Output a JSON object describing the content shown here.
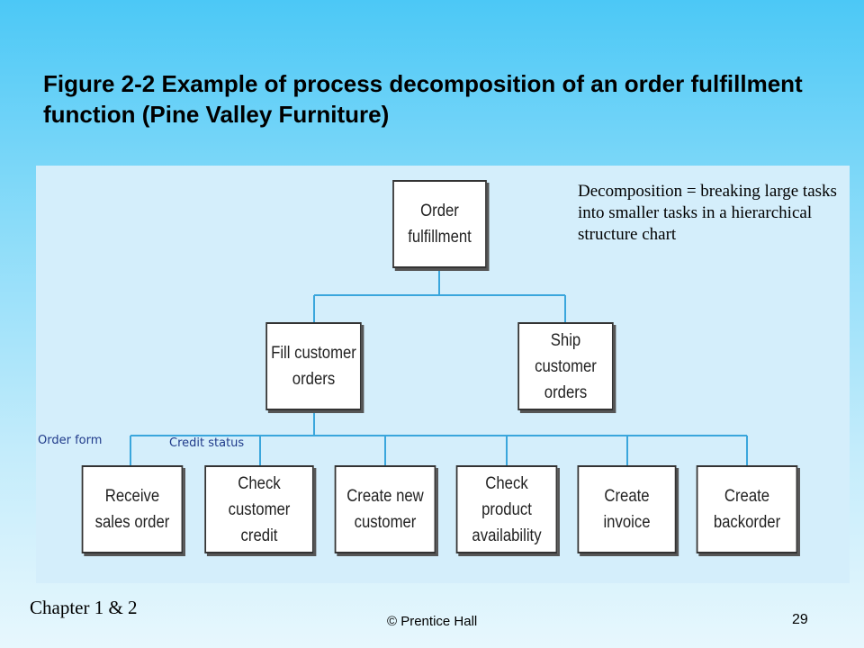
{
  "slide": {
    "title": "Figure 2-2 Example of process decomposition of an order fulfillment function (Pine Valley Furniture)",
    "chapter": "Chapter 1 & 2",
    "copyright": "© Prentice Hall",
    "page_number": "29"
  },
  "diagram": {
    "root": "Order\nfulfillment",
    "level2": [
      "Fill customer\norders",
      "Ship customer\norders"
    ],
    "level3": [
      "Receive\nsales order",
      "Check\ncustomer credit",
      "Create new\ncustomer",
      "Check product\navailability",
      "Create\ninvoice",
      "Create\nbackorder"
    ],
    "flow_labels": [
      "Order form",
      "Credit status"
    ],
    "note": "Decomposition = breaking large tasks into smaller tasks in a hierarchical structure chart",
    "colors": {
      "connector": "#3aa6dc",
      "panel": "#d4eefb"
    }
  }
}
